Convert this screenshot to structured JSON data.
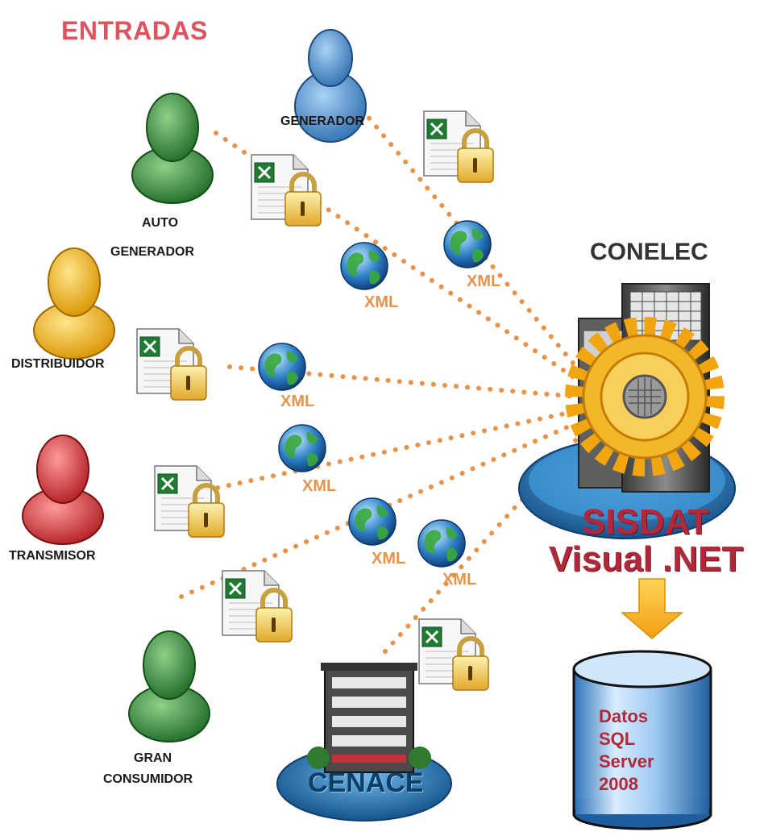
{
  "title": "ENTRADAS",
  "center": {
    "name": "CONELEC",
    "system_line1": "SISDAT",
    "system_line2": "Visual .NET"
  },
  "database": {
    "lines": [
      "Datos",
      "SQL",
      "Server",
      "2008"
    ]
  },
  "operator": "CENACE",
  "actors": [
    {
      "id": "generador",
      "label": "GENERADOR",
      "color": "#4a8fd0"
    },
    {
      "id": "autogenerador",
      "label_lines": [
        "AUTO",
        "GENERADOR"
      ],
      "color": "#3d8f3d"
    },
    {
      "id": "distribuidor",
      "label": "DISTRIBUIDOR",
      "color": "#f0b424"
    },
    {
      "id": "transmisor",
      "label": "TRANSMISOR",
      "color": "#d8373a"
    },
    {
      "id": "gran-consumidor",
      "label_lines": [
        "GRAN",
        "CONSUMIDOR"
      ],
      "color": "#3d8f3d"
    }
  ],
  "xml_labels": [
    "XML",
    "XML",
    "XML",
    "XML",
    "XML",
    "XML"
  ],
  "colors": {
    "link": "#e8934a",
    "title": "#e0525d",
    "sisdat": "#b0283a",
    "platform": "#1d6fb0",
    "arrow": "#f3b51c"
  },
  "icons": [
    "person-icon",
    "excel-file-icon",
    "padlock-icon",
    "globe-icon",
    "building-icon",
    "gear-icon",
    "database-icon",
    "arrow-down-icon"
  ]
}
